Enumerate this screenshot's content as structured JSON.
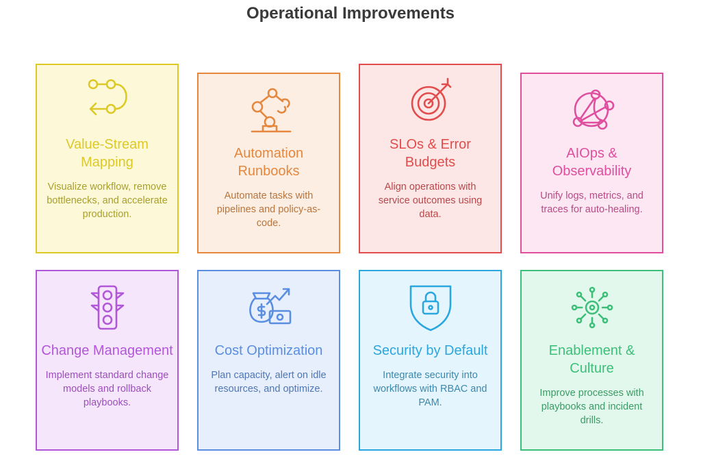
{
  "title": "Operational Improvements",
  "cards": [
    {
      "title": "Value-Stream Mapping",
      "description": "Visualize workflow, remove bottlenecks, and accelerate production.",
      "icon": "workflow-path-icon",
      "color": "#dcc928",
      "bg": "#fdf9d8",
      "text": "#a89f2c"
    },
    {
      "title": "Automation Runbooks",
      "description": "Automate tasks with pipelines and policy-as-code.",
      "icon": "robot-arm-icon",
      "color": "#e5873d",
      "bg": "#fdeee3",
      "text": "#b8753c"
    },
    {
      "title": "SLOs & Error Budgets",
      "description": "Align operations with service outcomes using data.",
      "icon": "target-icon",
      "color": "#e24c4c",
      "bg": "#fde7e6",
      "text": "#b8474a"
    },
    {
      "title": "AIOps & Observability",
      "description": "Unify logs, metrics, and traces for auto-healing.",
      "icon": "network-nodes-icon",
      "color": "#df4f9e",
      "bg": "#fde7f3",
      "text": "#b84b86"
    },
    {
      "title": "Change Management",
      "description": "Implement standard change models and rollback playbooks.",
      "icon": "traffic-light-icon",
      "color": "#b157d8",
      "bg": "#f5e6fb",
      "text": "#9a4fba"
    },
    {
      "title": "Cost Optimization",
      "description": "Plan capacity, alert on idle resources, and optimize.",
      "icon": "money-growth-icon",
      "color": "#5a8ee0",
      "bg": "#e7effc",
      "text": "#4f76b5"
    },
    {
      "title": "Security by Default",
      "description": "Integrate security into workflows with RBAC and PAM.",
      "icon": "shield-lock-icon",
      "color": "#2aa7df",
      "bg": "#e4f5fd",
      "text": "#3b88ad"
    },
    {
      "title": "Enablement & Culture",
      "description": "Improve processes with playbooks and incident drills.",
      "icon": "gear-network-icon",
      "color": "#3cbf78",
      "bg": "#e3f8ed",
      "text": "#3b9a66"
    }
  ]
}
